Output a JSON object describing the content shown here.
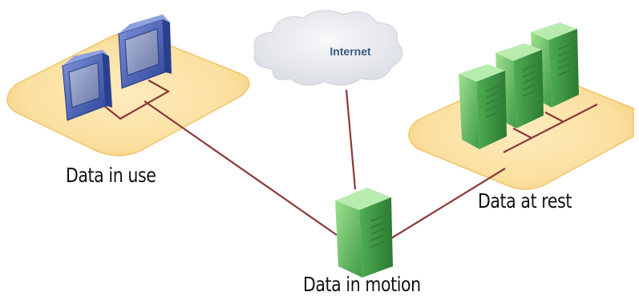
{
  "diagram": {
    "cloud_label": "Internet",
    "zones": {
      "in_use": "Data in use",
      "at_rest": "Data at rest",
      "in_motion": "Data in motion"
    }
  },
  "colors": {
    "zone_fill": "#fbe3a8",
    "zone_edge": "#f2c36b",
    "link": "#8a3a3a",
    "server_green": "#5db65d",
    "monitor_blue": "#4a64b8",
    "cloud": "#e9ebef"
  },
  "icons": [
    "monitor-icon",
    "server-icon",
    "cloud-icon"
  ]
}
